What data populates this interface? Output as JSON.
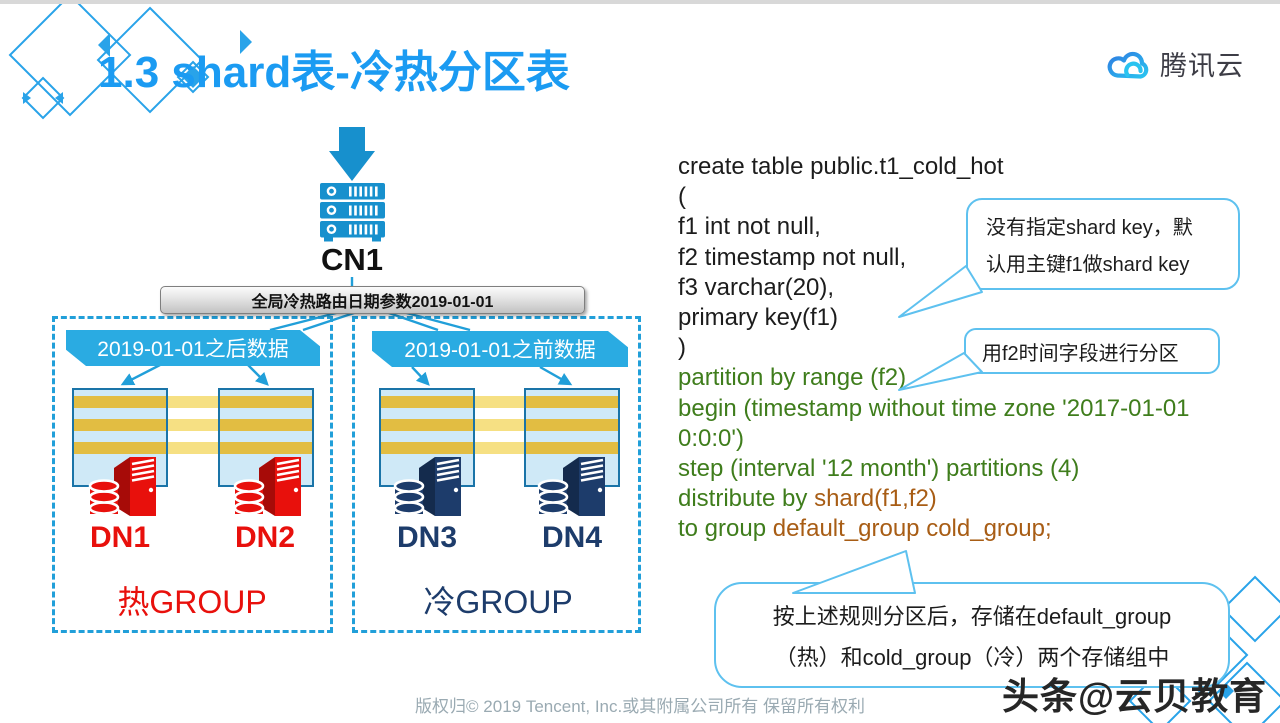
{
  "slide": {
    "title": "1.3 shard表-冷热分区表",
    "logo_text": "腾讯云",
    "footer": "版权归© 2019 Tencent, Inc.或其附属公司所有 保留所有权利",
    "watermark": "头条@云贝教育"
  },
  "diagram": {
    "cn_node": {
      "label": "CN1"
    },
    "router_bar": {
      "label": "全局冷热路由日期参数2019-01-01"
    },
    "hot_group": {
      "data_label": "2019-01-01之后数据",
      "group_label": "热GROUP",
      "nodes": [
        {
          "label": "DN1"
        },
        {
          "label": "DN2"
        }
      ]
    },
    "cold_group": {
      "data_label": "2019-01-01之前数据",
      "group_label": "冷GROUP",
      "nodes": [
        {
          "label": "DN3"
        },
        {
          "label": "DN4"
        }
      ]
    }
  },
  "sql": {
    "lines": [
      {
        "segments": [
          {
            "t": "create table public.t1_cold_hot",
            "c": "k"
          }
        ]
      },
      {
        "segments": [
          {
            "t": "(",
            "c": "k"
          }
        ]
      },
      {
        "segments": [
          {
            "t": "f1 int not null,",
            "c": "k"
          }
        ]
      },
      {
        "segments": [
          {
            "t": "f2 timestamp not null,",
            "c": "k"
          }
        ]
      },
      {
        "segments": [
          {
            "t": "f3 varchar(20),",
            "c": "k"
          }
        ]
      },
      {
        "segments": [
          {
            "t": "primary key(f1)",
            "c": "k"
          }
        ]
      },
      {
        "segments": [
          {
            "t": ")",
            "c": "k"
          }
        ]
      },
      {
        "segments": [
          {
            "t": "partition by range (f2)",
            "c": "g"
          }
        ]
      },
      {
        "segments": [
          {
            "t": "begin (timestamp without time zone '2017-01-01",
            "c": "g"
          }
        ]
      },
      {
        "segments": [
          {
            "t": "0:0:0')",
            "c": "g"
          }
        ]
      },
      {
        "segments": [
          {
            "t": "step (interval '12 month') partitions (4)",
            "c": "g"
          }
        ]
      },
      {
        "segments": [
          {
            "t": "distribute by ",
            "c": "g"
          },
          {
            "t": "shard(f1,f2)",
            "c": "o"
          }
        ]
      },
      {
        "segments": [
          {
            "t": "to group ",
            "c": "g"
          },
          {
            "t": "default_group cold_group;",
            "c": "o"
          }
        ]
      }
    ]
  },
  "callouts": {
    "shard_key_note": {
      "line1": "没有指定shard key，默",
      "line2": "认用主键f1做shard key"
    },
    "partition_note": {
      "text": "用f2时间字段进行分区"
    },
    "storage_note": {
      "line1": "按上述规则分区后，存储在default_group",
      "line2": "（热）和cold_group（冷）两个存储组中"
    }
  },
  "colors": {
    "title_blue": "#1b9bf2",
    "diagram_blue": "#219fd9",
    "label_blue": "#2aabe2",
    "server_blue": "#1790cd",
    "hot_red": "#e8100c",
    "cold_navy": "#1d3c6b",
    "stripe_yellow": "#e2bd42",
    "bridge_yellow": "#f6e083",
    "rect_fill": "#cfe9f7",
    "rect_border": "#1a74a8",
    "sql_green": "#3f7d1c",
    "sql_orange": "#a85d15",
    "callout_border": "#5ec1ef",
    "footer_gray": "#9aaab2"
  }
}
